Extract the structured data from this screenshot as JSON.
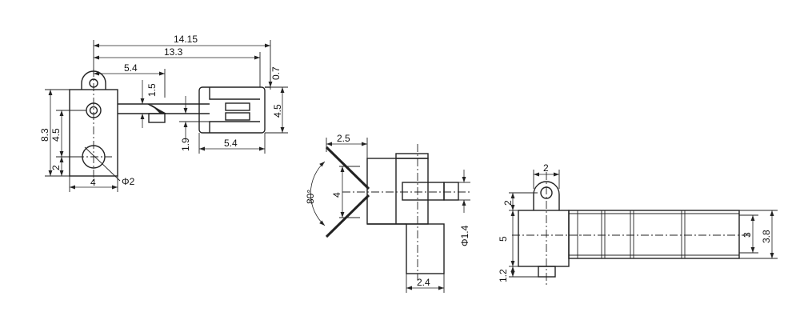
{
  "view_top": {
    "dim_overall": "14.15",
    "dim_to_actuator": "13.3",
    "dim_lever": "5.4",
    "dim_lever_offset": "1.5",
    "dim_height": "8.3",
    "dim_lower_height": "4.5",
    "dim_bottom": "2",
    "dim_width": "4",
    "dim_hole": "Φ2",
    "dim_gap": "1.9",
    "dim_head_length": "5.4",
    "dim_head_height": "4.5",
    "dim_top_offset": "0.7"
  },
  "view_side": {
    "dim_blade": "2.5",
    "dim_angle": "80°",
    "dim_height": "4",
    "dim_pin": "Φ1.4",
    "dim_base": "2.4"
  },
  "view_front": {
    "dim_tab": "2",
    "dim_upper": "2",
    "dim_body": "5",
    "dim_lower": "1.2",
    "dim_inner": "3",
    "dim_outer": "3.8"
  }
}
